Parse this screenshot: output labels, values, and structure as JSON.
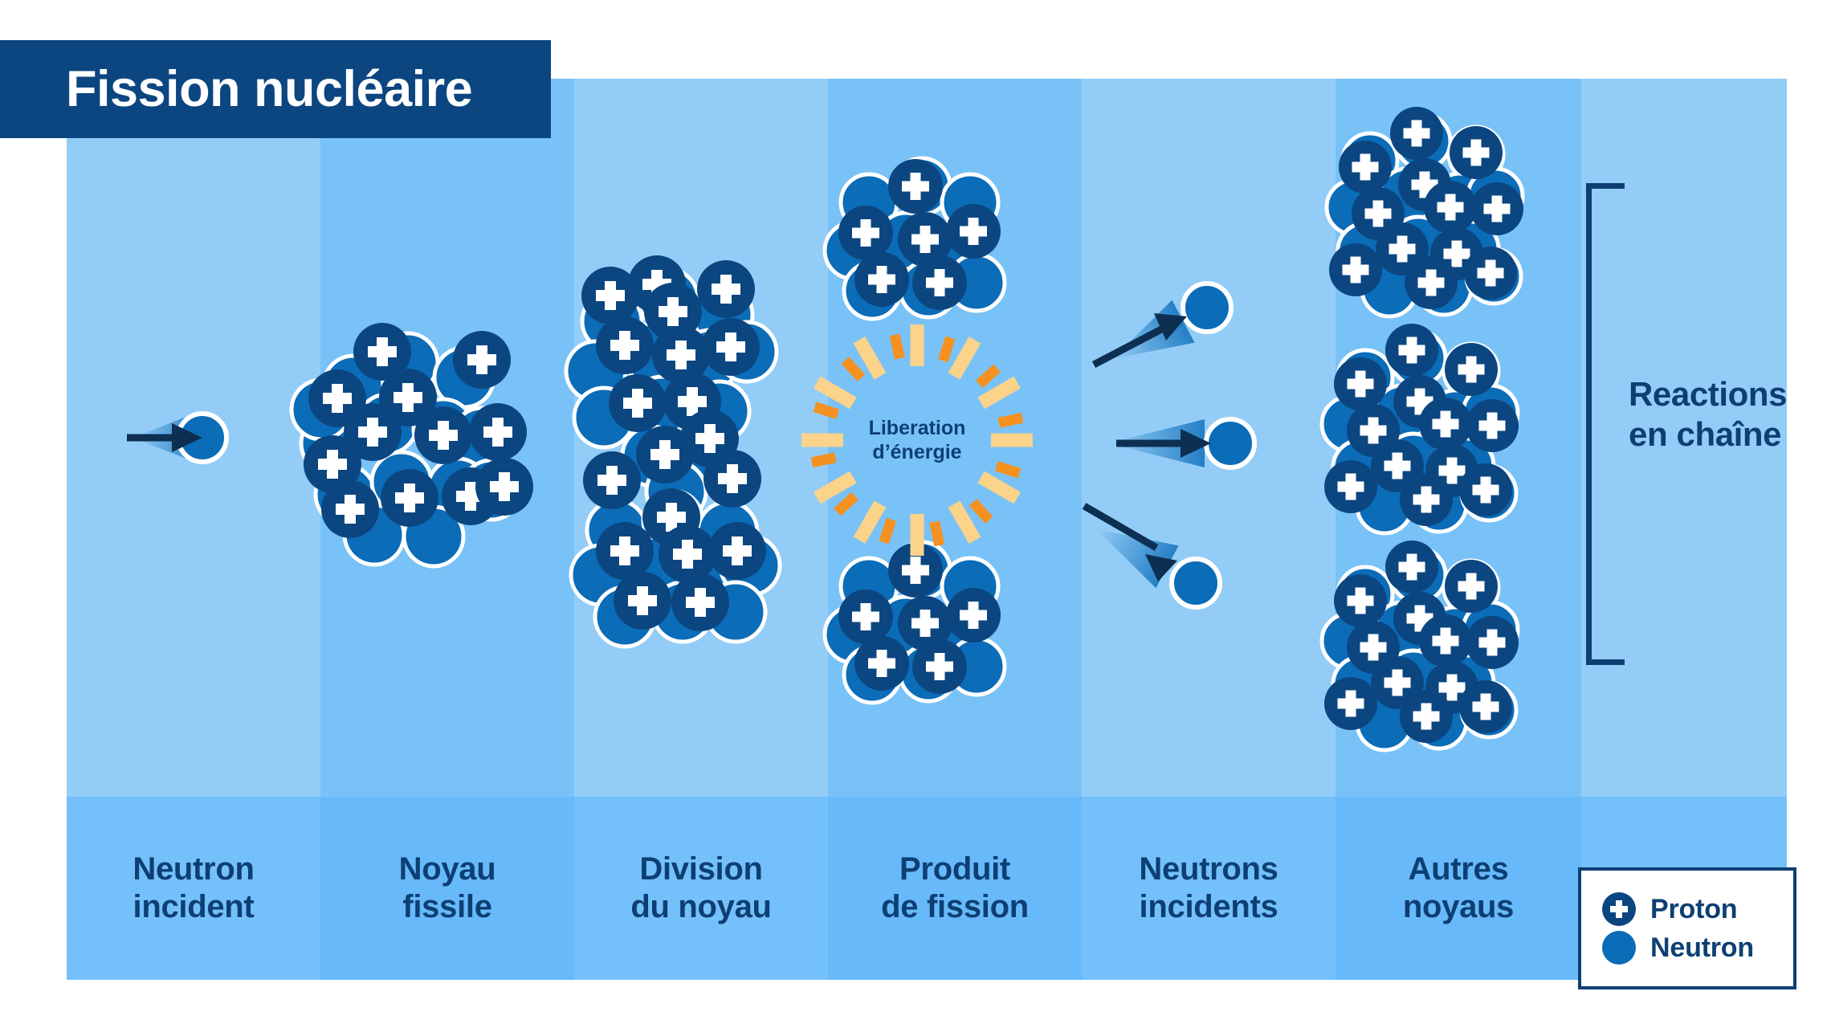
{
  "title": "Fission nucléaire",
  "colors": {
    "title_bar": "#0c4681",
    "proton": "#0c4681",
    "neutron": "#0b6cb8",
    "band_light": "#93cdf7",
    "band_medium": "#78c2f8",
    "footer_light": "#74c0fa",
    "footer_medium": "#68b9fa",
    "text_dark": "#0d3f73",
    "ray_orange": "#f59121",
    "ray_light_orange": "#fbd38a",
    "arrow": "#0d2f52"
  },
  "stages": [
    {
      "id": "neutron-incident",
      "label": "Neutron\nincident"
    },
    {
      "id": "noyau-fissile",
      "label": "Noyau\nfissile"
    },
    {
      "id": "division-noyau",
      "label": "Division\ndu noyau"
    },
    {
      "id": "produit-fission",
      "label": "Produit\nde fission"
    },
    {
      "id": "neutrons-incidents",
      "label": "Neutrons\nincidents"
    },
    {
      "id": "autres-noyaus",
      "label": "Autres\nnoyaus"
    },
    {
      "id": "chain-column",
      "label": ""
    }
  ],
  "energy": {
    "label": "Liberation\nd’énergie",
    "ray_count": 24
  },
  "chain": {
    "label": "Reactions\nen chaîne"
  },
  "legend": {
    "items": [
      {
        "icon": "proton-circle-icon",
        "label": "Proton"
      },
      {
        "icon": "neutron-circle-icon",
        "label": "Neutron"
      }
    ]
  },
  "chart_data": {
    "type": "diagram",
    "title": "Fission nucléaire",
    "description": "Schéma en 6 étapes de la fission nucléaire avec réactions en chaîne",
    "particles": {
      "proton": "Proton",
      "neutron": "Neutron"
    },
    "steps": [
      {
        "index": 1,
        "name": "Neutron incident",
        "nuclei": 0,
        "free_neutrons": 1
      },
      {
        "index": 2,
        "name": "Noyau fissile",
        "nuclei": 1,
        "free_neutrons": 0
      },
      {
        "index": 3,
        "name": "Division du noyau",
        "nuclei": 1,
        "free_neutrons": 0
      },
      {
        "index": 4,
        "name": "Produit de fission",
        "nuclei": 2,
        "free_neutrons": 0,
        "annotation": "Liberation d’énergie"
      },
      {
        "index": 5,
        "name": "Neutrons incidents",
        "nuclei": 0,
        "free_neutrons": 3
      },
      {
        "index": 6,
        "name": "Autres noyaus",
        "nuclei": 3,
        "free_neutrons": 0,
        "annotation": "Reactions en chaîne"
      }
    ]
  }
}
